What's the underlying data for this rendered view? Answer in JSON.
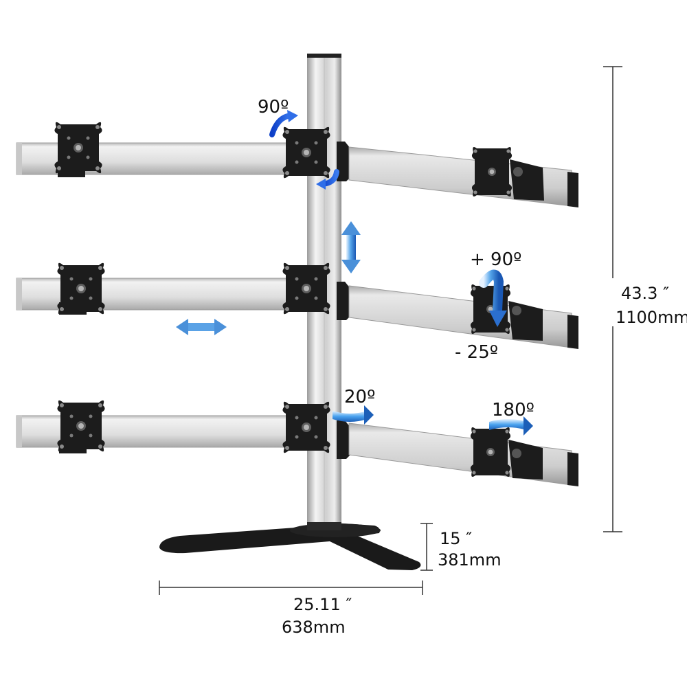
{
  "rotation_labels": {
    "swivel_top": "90º",
    "tilt_up": "+ 90º",
    "tilt_down": "- 25º",
    "swivel_mid": "20º",
    "rotate": "180º"
  },
  "dimensions": {
    "height_in": "43.3 ″",
    "height_mm": "1100mm",
    "base_depth_in": "15 ″",
    "base_depth_mm": "381mm",
    "base_width_in": "25.11 ″",
    "base_width_mm": "638mm"
  },
  "colors": {
    "rotation_arrow": "#1f4fd6",
    "adjust_arrow": "#4a90d9",
    "metal": "#d9d9d9",
    "bracket": "#1c1c1c"
  }
}
